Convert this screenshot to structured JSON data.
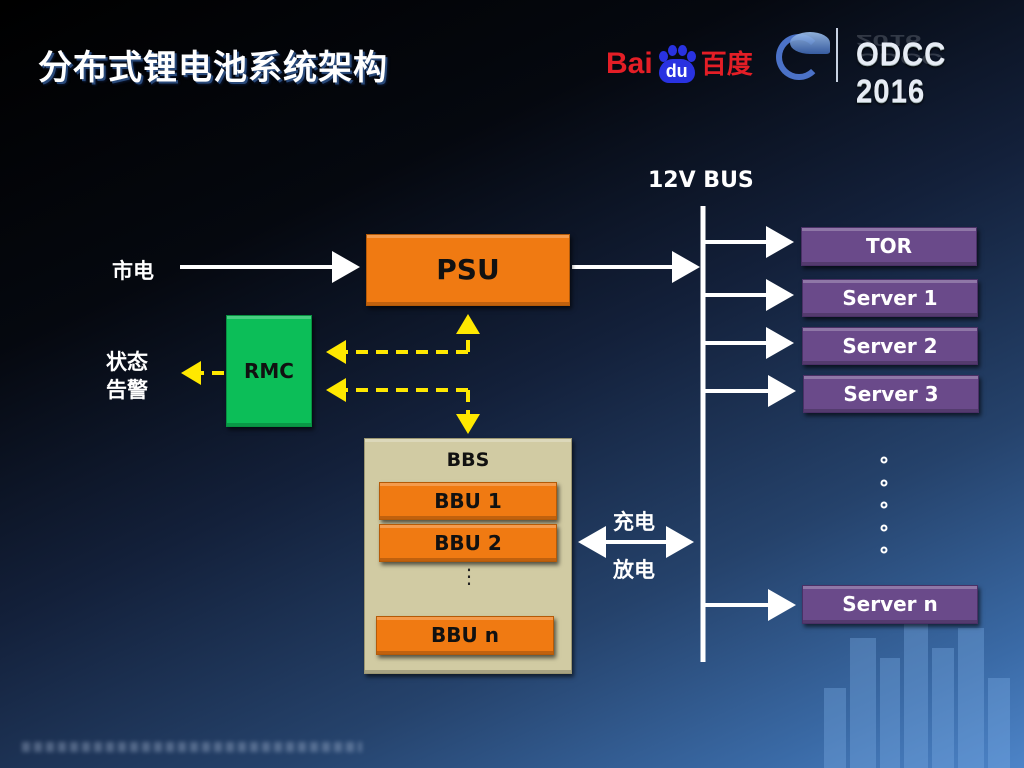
{
  "slide": {
    "title": "分布式锂电池系统架构",
    "logos": {
      "baidu_prefix": "Bai",
      "baidu_paw": "du",
      "baidu_cn": "百度",
      "odcc": "ODCC 2016"
    }
  },
  "diagram": {
    "mains_label": "市电",
    "psu_label": "PSU",
    "rmc_label": "RMC",
    "status_alarm_label_line1": "状态",
    "status_alarm_label_line2": "告警",
    "bus_label": "12V BUS",
    "bbs": {
      "label": "BBS",
      "units": [
        "BBU 1",
        "BBU 2",
        "BBU n"
      ],
      "ellipsis": "⋮"
    },
    "charge_label": "充电",
    "discharge_label": "放电",
    "loads": [
      "TOR",
      "Server 1",
      "Server 2",
      "Server 3",
      "Server n"
    ],
    "loads_ellipsis_count": 5,
    "colors": {
      "psu": "#f07a12",
      "rmc": "#0cbe58",
      "load": "#6a4a8a",
      "bbs": "#d1cba3",
      "signal": "#ffe800",
      "power": "#ffffff"
    }
  }
}
